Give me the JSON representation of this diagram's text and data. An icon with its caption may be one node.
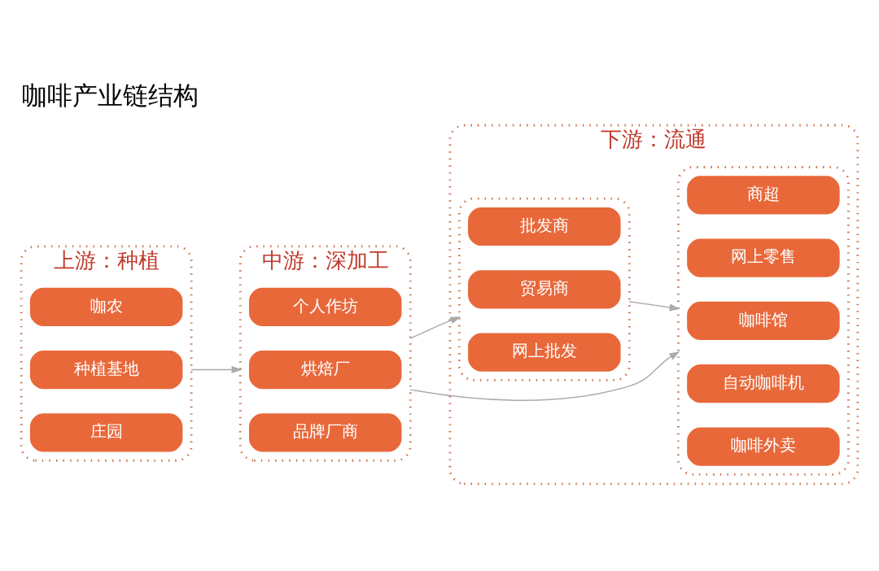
{
  "diagram": {
    "title": "咖啡产业链结构",
    "nodes": [
      {
        "text": [
          "上游：种植"
        ]
      },
      {
        "text": [
          "咖农"
        ],
        "in": 0
      },
      {
        "text": [
          "种植基地"
        ],
        "in": 0
      },
      {
        "text": [
          "庄园"
        ],
        "in": 0
      },
      {
        "text": [
          "中游：深加工"
        ]
      },
      {
        "text": [
          "个人作坊"
        ],
        "in": 4
      },
      {
        "text": [
          "烘焙厂"
        ],
        "in": 4
      },
      {
        "text": [
          "品牌厂商"
        ],
        "in": 4
      },
      {
        "text": [
          "下游：流通"
        ]
      },
      {
        "text": [],
        "shape": "box",
        "in": 8
      },
      {
        "text": [
          "批发商"
        ],
        "in": 9
      },
      {
        "text": [
          "贸易商"
        ],
        "in": 9
      },
      {
        "text": [
          "网上批发"
        ],
        "in": 9
      },
      {
        "text": [],
        "shape": "box",
        "in": 8
      },
      {
        "text": [
          "商超"
        ],
        "in": 13
      },
      {
        "text": [
          "网上零售"
        ],
        "in": 13
      },
      {
        "text": [
          "咖啡馆"
        ],
        "in": 13
      },
      {
        "text": [
          "自动咖啡机"
        ],
        "in": 13
      },
      {
        "text": [
          "咖啡外卖"
        ],
        "in": 13
      }
    ],
    "edges": [
      {
        "from": 0,
        "to": 4,
        "arrow": "to"
      },
      {
        "from": 4,
        "to": 9,
        "arrow": "to"
      },
      {
        "from": 9,
        "to": 13,
        "arrow": "to"
      },
      {
        "from": 4,
        "to": 13,
        "arrow": "to"
      }
    ]
  }
}
